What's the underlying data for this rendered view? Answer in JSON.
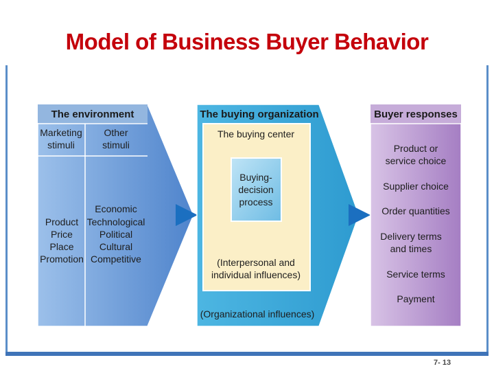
{
  "title": "Model of Business Buyer Behavior",
  "page_number": "7- 13",
  "environment": {
    "header": "The environment",
    "col1_header": [
      "Marketing",
      "stimuli"
    ],
    "col2_header": [
      "Other",
      "stimuli"
    ],
    "col1_items": [
      "Product",
      "Price",
      "Place",
      "Promotion"
    ],
    "col2_items": [
      "Economic",
      "Technological",
      "Political",
      "Cultural",
      "Competitive"
    ]
  },
  "organization": {
    "header": "The buying organization",
    "center_header": "The buying center",
    "process": [
      "Buying-",
      "decision",
      "process"
    ],
    "interpersonal": [
      "(Interpersonal and",
      "individual influences)"
    ],
    "organizational": "(Organizational influences)"
  },
  "responses": {
    "header": "Buyer responses",
    "items": [
      [
        "Product or",
        "service choice"
      ],
      [
        "Supplier choice"
      ],
      [
        "Order quantities"
      ],
      [
        "Delivery terms",
        "and times"
      ],
      [
        "Service terms"
      ],
      [
        "Payment"
      ]
    ]
  },
  "colors": {
    "title": "#c4000b",
    "environment": "#5a8fd2",
    "organization": "#3fa9d8",
    "buying_center": "#fbefc7",
    "responses": "#b48fcc"
  }
}
